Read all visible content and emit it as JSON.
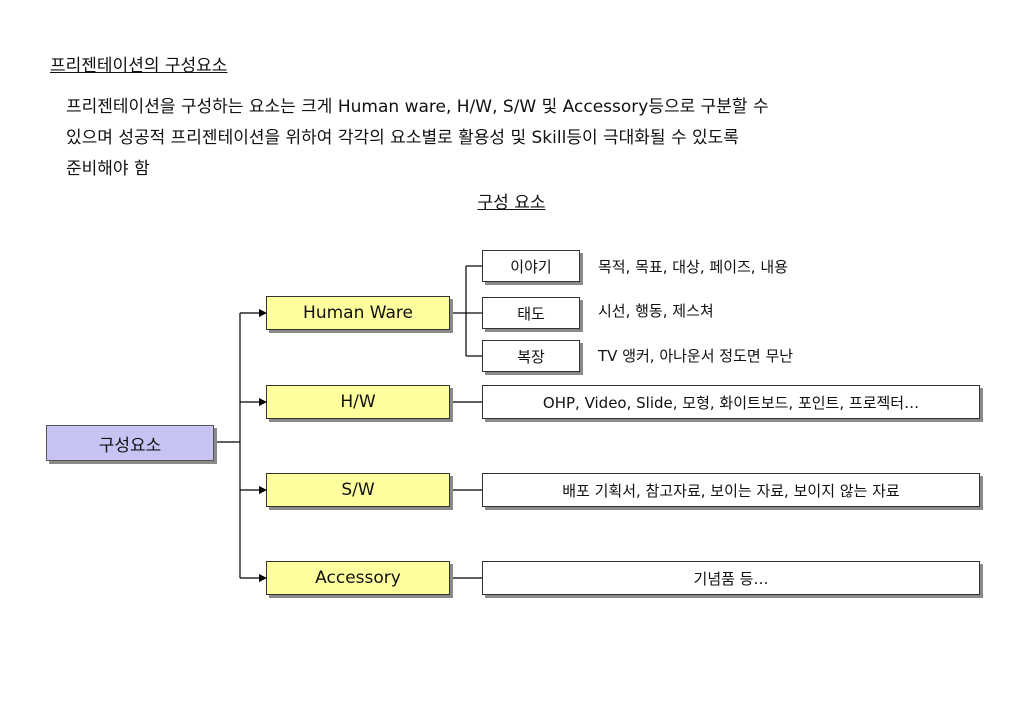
{
  "heading": "프리젠테이션의 구성요소",
  "intro": [
    "프리젠테이션을 구성하는 요소는 크게 Human ware, H/W, S/W 및 Accessory등으로 구분할 수",
    "있으며 성공적 프리젠테이션을 위하여 각각의 요소별로 활용성 및 Skill등이 극대화될 수 있도록",
    "준비해야 함"
  ],
  "diagram": {
    "title": "구성 요소",
    "root": "구성요소",
    "categories": [
      "Human Ware",
      "H/W",
      "S/W",
      "Accessory"
    ],
    "human_ware_items": [
      {
        "label": "이야기",
        "detail": "목적, 목표, 대상, 페이즈, 내용"
      },
      {
        "label": "태도",
        "detail": "시선, 행동, 제스쳐"
      },
      {
        "label": "복장",
        "detail": "TV 앵커, 아나운서 정도면 무난"
      }
    ],
    "hw_detail": "OHP, Video, Slide, 모형, 화이트보드, 포인트, 프로젝터…",
    "sw_detail": "배포 기획서, 참고자료, 보이는 자료, 보이지 않는 자료",
    "accessory_detail": "기념품 등…"
  },
  "colors": {
    "root_fill": "#c7c3f2",
    "category_fill": "#ffff9e",
    "line": "#000000"
  }
}
